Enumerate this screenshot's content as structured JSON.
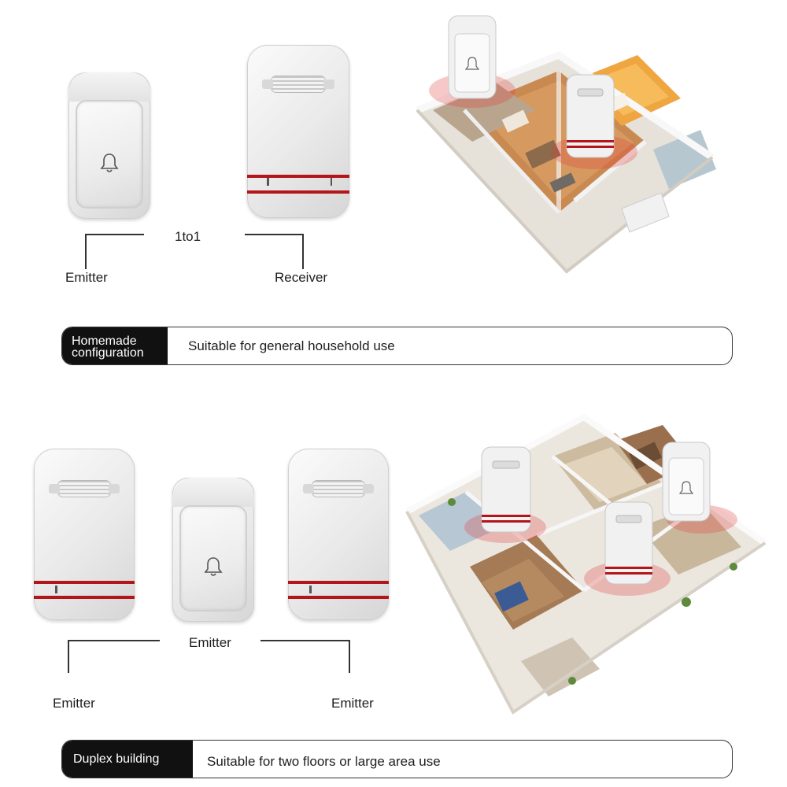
{
  "section1": {
    "center_label": "1to1",
    "emitter_label": "Emitter",
    "receiver_label": "Receiver",
    "banner": {
      "tag_line1": "Homemade",
      "tag_line2": "configuration",
      "text": "Suitable for general household use"
    }
  },
  "section2": {
    "center_label": "Emitter",
    "left_label": "Emitter",
    "right_label": "Emitter",
    "banner": {
      "tag": "Duplex building",
      "text": "Suitable for two floors or large area use"
    }
  },
  "colors": {
    "accent_red": "#b3151a",
    "banner_tag_bg": "#111111",
    "signal_glow": "#e23a3a"
  },
  "icons": [
    "bell-icon",
    "speaker-grille-icon",
    "house-cutaway-illustration",
    "floor-plan-illustration"
  ]
}
